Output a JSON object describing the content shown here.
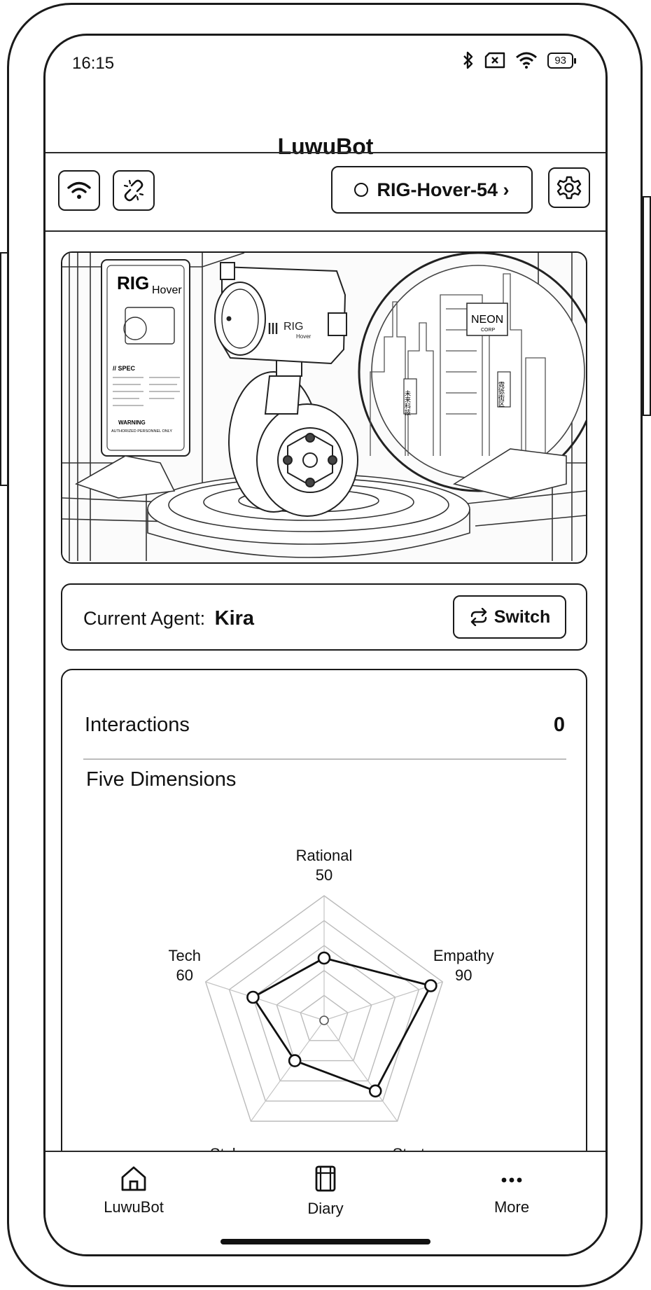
{
  "status_bar": {
    "time": "16:15",
    "battery": "93"
  },
  "app": {
    "title": "LuwuBot"
  },
  "toolbar": {
    "device_label": "RIG-Hover-54 ›"
  },
  "hero": {
    "panel_brand": "RIG",
    "panel_model": "Hover",
    "spec_label": "// SPEC",
    "warning_label": "WARNING",
    "warning_sub": "AUTHORIZED PERSONNEL ONLY",
    "robot_brand": "RIG",
    "robot_model": "Hover",
    "neon_sign": "NEON",
    "neon_sub": "CORP",
    "sign_a": "未来科技",
    "sign_b": "霓铄街区"
  },
  "agent": {
    "label": "Current Agent:",
    "name": "Kira",
    "switch_label": "Switch"
  },
  "stats": {
    "interactions_label": "Interactions",
    "interactions_value": "0",
    "dimensions_title": "Five Dimensions",
    "dimensions": [
      {
        "label": "Rational",
        "value": 50
      },
      {
        "label": "Empathy",
        "value": 90
      },
      {
        "label": "Strategy",
        "value": 70
      },
      {
        "label": "Style",
        "value": 40
      },
      {
        "label": "Tech",
        "value": 60
      }
    ],
    "max_value": 100
  },
  "nav": {
    "items": [
      {
        "label": "LuwuBot",
        "icon": "home-icon"
      },
      {
        "label": "Diary",
        "icon": "diary-icon"
      },
      {
        "label": "More",
        "icon": "more-icon"
      }
    ]
  }
}
